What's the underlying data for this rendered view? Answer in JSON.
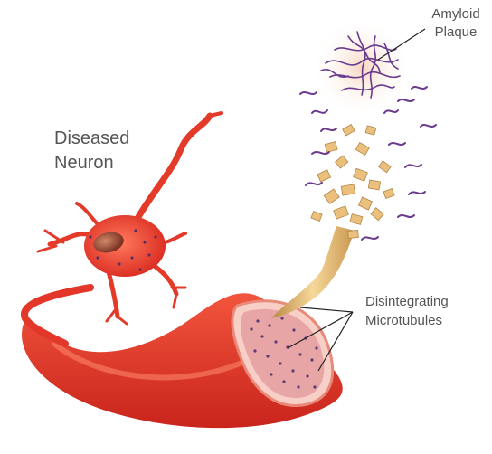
{
  "labels": {
    "diseased_neuron": [
      "Diseased",
      "Neuron"
    ],
    "amyloid_plaque": [
      "Amyloid",
      "Plaque"
    ],
    "disintegrating_microtubules": [
      "Disintegrating",
      "Microtubules"
    ]
  },
  "colors": {
    "neuron_red": "#e8382a",
    "neuron_dark": "#c41f1a",
    "cross_section_pink": "#f2a8a0",
    "microtubule_tan": "#e9bf78",
    "plaque_purple": "#6a3a8e",
    "label_gray": "#555555"
  }
}
